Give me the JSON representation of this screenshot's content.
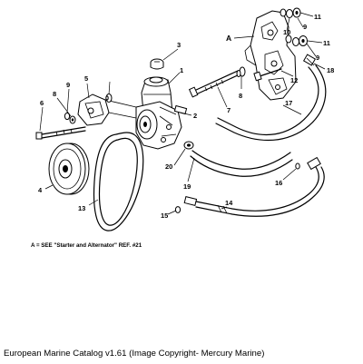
{
  "callouts": {
    "n1": "1",
    "n2": "2",
    "n3": "3",
    "n4": "4",
    "n5": "5",
    "n6": "6",
    "n7": "7",
    "n8a": "8",
    "n8b": "8",
    "n9a": "9",
    "n9b": "9",
    "n9c": "9",
    "n10": "10",
    "n11a": "11",
    "n11b": "11",
    "n12": "12",
    "n13": "13",
    "n14": "14",
    "n15": "15",
    "n16": "16",
    "n17": "17",
    "n18": "18",
    "n19": "19",
    "n20": "20",
    "nA": "A"
  },
  "note": "A = SEE \"Starter and Alternator\" REF. #21",
  "caption": "European Marine Catalog v1.61 (Image Copyright- Mercury Marine)"
}
